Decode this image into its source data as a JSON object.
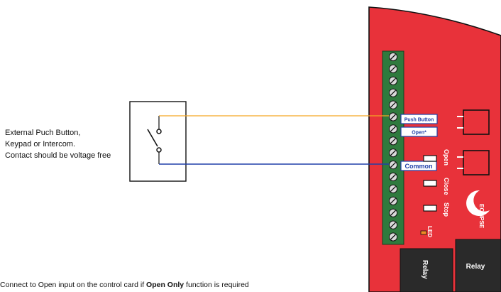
{
  "description_lines": [
    "External Puch Button,",
    "Keypad or Intercom.",
    "Contact should be voltage free"
  ],
  "footnote": {
    "before": "Connect to Open input on the control card if ",
    "bold": "Open Only",
    "after": " function is required"
  },
  "terminal_labels": {
    "push_button": "Push Button",
    "open_star": "Open*",
    "common": "Common"
  },
  "side_labels": {
    "open": "Open",
    "close": "Close",
    "stop": "Stop",
    "led": "LED",
    "relay": "Relay",
    "logo": "ECLIPSE"
  },
  "colors": {
    "board": "#e8323a",
    "terminal_block": "#2f7a3d",
    "wire_push": "#f5a623",
    "wire_common": "#1f3fa8",
    "led": "#f08a24",
    "relay": "#2a2a2a"
  },
  "terminal_count": 16
}
